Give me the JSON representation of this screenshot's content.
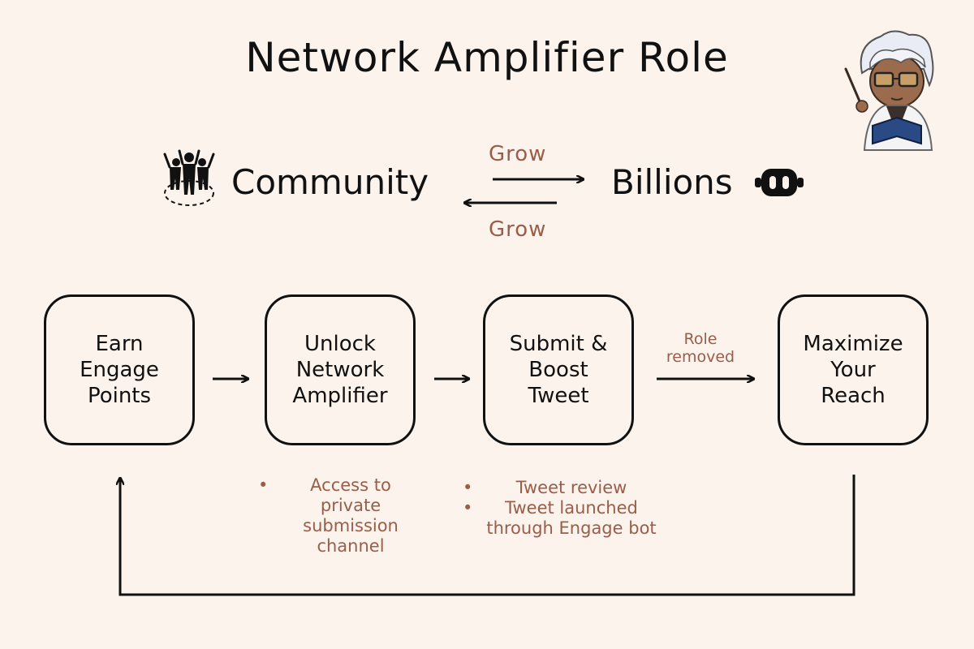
{
  "title": "Network Amplifier Role",
  "top": {
    "left_label": "Community",
    "right_label": "Billions",
    "grow_top": "Grow",
    "grow_bottom": "Grow",
    "left_icon": "community-people-icon",
    "right_icon": "robot-face-icon"
  },
  "steps": [
    {
      "label": "Earn\nEngage\nPoints"
    },
    {
      "label": "Unlock\nNetwork\nAmplifier"
    },
    {
      "label": "Submit &\nBoost\nTweet"
    },
    {
      "label": "Maximize\nYour\nReach"
    }
  ],
  "arrow_note": "Role\nremoved",
  "notes": {
    "unlock": [
      "Access to private submission channel"
    ],
    "submit": [
      "Tweet review",
      "Tweet launched through Engage bot"
    ]
  },
  "colors": {
    "background": "#fbf3ec",
    "accent": "#9a5d4a",
    "ink": "#111111"
  },
  "mascot_icon": "teacher-mascot-icon"
}
